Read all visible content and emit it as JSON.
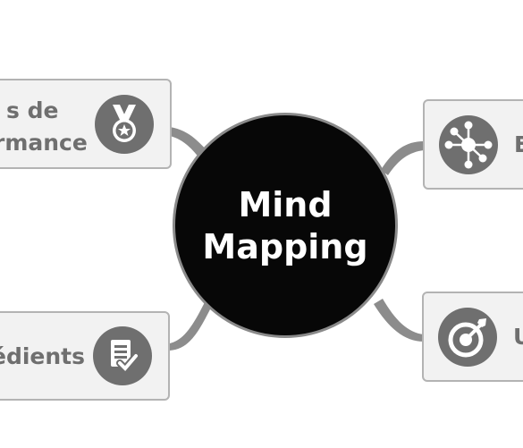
{
  "center": {
    "line1": "Mind",
    "line2": "Mapping"
  },
  "nodes": {
    "top_left": {
      "line1": "s de",
      "line2": "rmance",
      "icon": "medal-icon"
    },
    "bottom_left": {
      "line1": "édients",
      "icon": "checklist-icon"
    },
    "top_right": {
      "line1": "E",
      "icon": "network-hub-icon"
    },
    "bottom_right": {
      "line1": "U",
      "icon": "target-icon"
    }
  },
  "colors": {
    "center_fill": "#070707",
    "center_border": "#8a8a8a",
    "card_fill": "#f2f2f2",
    "card_border": "#b3b3b3",
    "card_text": "#6f6f6f",
    "icon_fill": "#6f6f6f",
    "connector": "#8c8c8c"
  }
}
